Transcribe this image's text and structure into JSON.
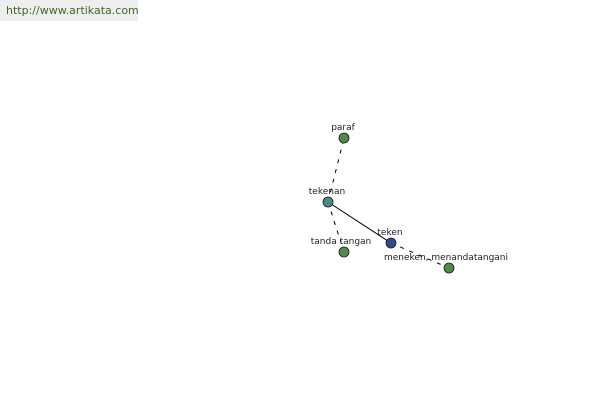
{
  "site": {
    "url_text": "http://www.artikata.com"
  },
  "colors": {
    "highlight_bg": "#eeeeee",
    "url_text": "#3b6b1f",
    "node_green": "#4f8a4a",
    "node_teal": "#4a8a86",
    "node_blue": "#2e4a8c",
    "edge": "#000000"
  },
  "diagram": {
    "nodes": [
      {
        "id": "teken",
        "label": "teken",
        "color": "node_blue"
      },
      {
        "id": "tekenan",
        "label": "tekenan",
        "color": "node_teal"
      },
      {
        "id": "paraf",
        "label": "paraf",
        "color": "node_green"
      },
      {
        "id": "tanda_tangan",
        "label": "tanda tangan",
        "color": "node_green"
      },
      {
        "id": "meneken",
        "label": "meneken, menandatangani",
        "color": "node_green"
      }
    ],
    "edges": [
      {
        "from": "teken",
        "to": "tekenan",
        "style": "solid"
      },
      {
        "from": "tekenan",
        "to": "paraf",
        "style": "dashed"
      },
      {
        "from": "tekenan",
        "to": "tanda_tangan",
        "style": "dashed"
      },
      {
        "from": "teken",
        "to": "meneken",
        "style": "dashed"
      }
    ]
  }
}
